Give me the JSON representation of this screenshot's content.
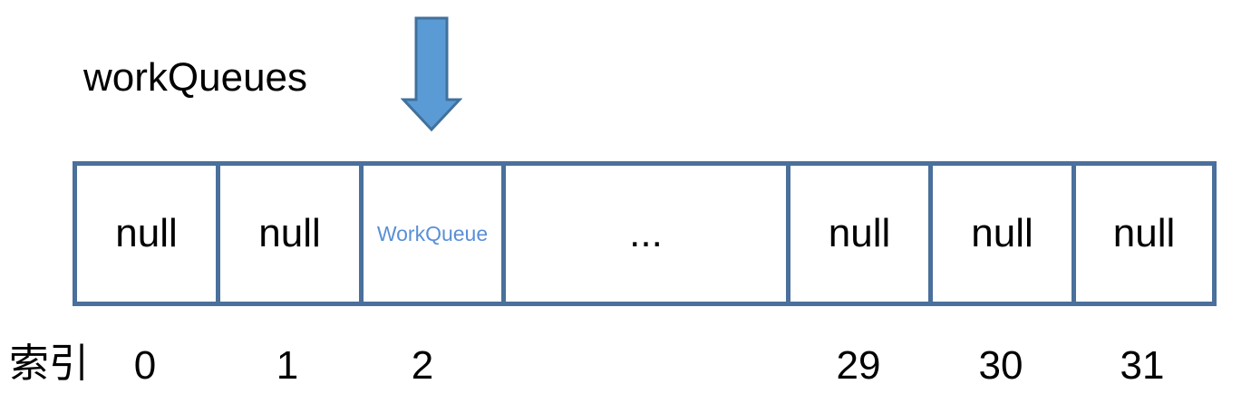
{
  "array_name": "workQueues",
  "index_title": "索引",
  "arrow_color": "#5b9bd5",
  "border_color": "#4a709b",
  "workqueue_color": "#5a8fd6",
  "cells": [
    {
      "text": "null",
      "index": "0"
    },
    {
      "text": "null",
      "index": "1"
    },
    {
      "text": "WorkQueue",
      "index": "2"
    },
    {
      "text": "...",
      "index": ""
    },
    {
      "text": "null",
      "index": "29"
    },
    {
      "text": "null",
      "index": "30"
    },
    {
      "text": "null",
      "index": "31"
    }
  ]
}
